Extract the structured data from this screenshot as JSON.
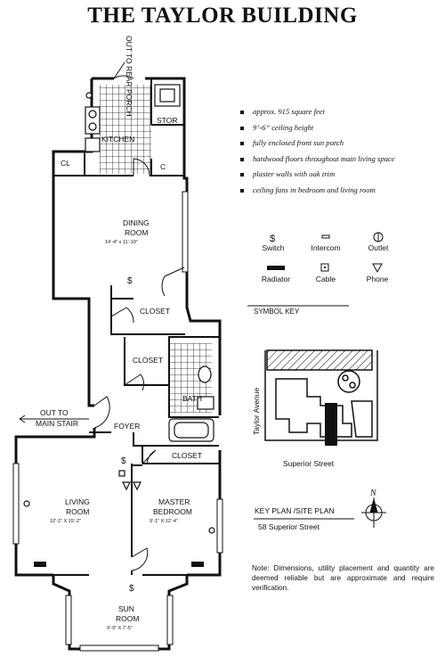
{
  "title": "THE TAYLOR BUILDING",
  "features": [
    "approx. 915 square feet",
    "9’-6” ceiling height",
    "fully enclosed front sun porch",
    "hardwood floors throughout main living space",
    "plaster walls with oak trim",
    "ceiling fans in bedroom  and living room"
  ],
  "symbols": {
    "switch": "Switch",
    "intercom": "Intercom",
    "outlet": "Outlet",
    "radiator": "Radiator",
    "cable": "Cable",
    "phone": "Phone",
    "switch_glyph": "$",
    "key_label": "SYMBOL  KEY"
  },
  "rooms": {
    "out_rear": "OUT TO REAR PORCH",
    "stor": "STOR",
    "kitchen": "KITCHEN",
    "cl": "CL",
    "c": "C",
    "dining": "DINING",
    "dining2": "ROOM",
    "dining_dim": "14’-4” x 11’-10”",
    "closet1": "CLOSET",
    "closet2": "CLOSET",
    "bath": "BATH",
    "out_main": "OUT TO",
    "out_main2": "MAIN STAIR",
    "foyer": "FOYER",
    "closet3": "CLOSET",
    "living": "LIVING",
    "living2": "ROOM",
    "living_dim": "12’-1” X 15’-2”",
    "master": "MASTER",
    "master2": "BEDROOM",
    "master_dim": "9’-1” X 12’-4”",
    "sun": "SUN",
    "sun2": "ROOM",
    "sun_dim": "9’-9” X 7’-5”"
  },
  "site": {
    "taylor": "Taylor Avenue",
    "superior": "Superior Street",
    "key_plan": "KEY PLAN /SITE PLAN",
    "address": "58 Superior Street",
    "north": "N"
  },
  "note": "Note:  Dimensions, utility placement and quantity are deemed reliable but are approximate and require verification."
}
